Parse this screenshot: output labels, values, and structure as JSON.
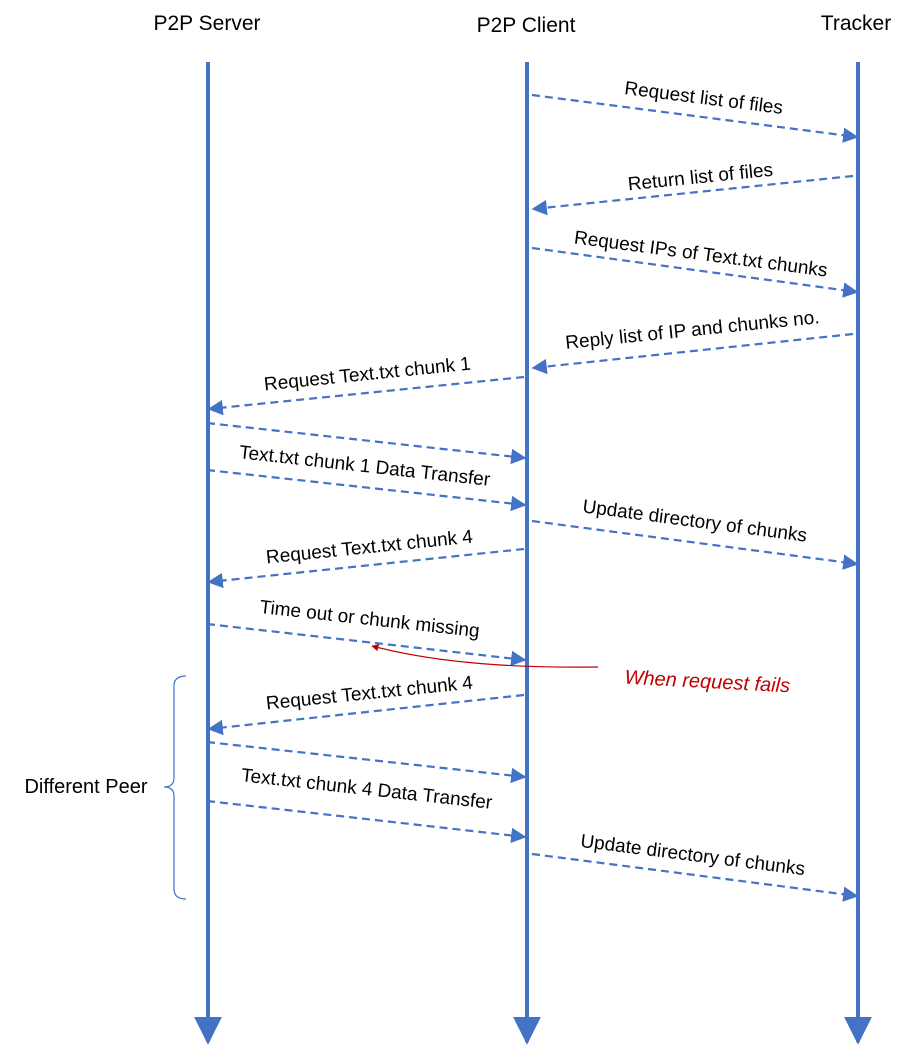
{
  "colors": {
    "lifeline": "#4472C4",
    "message": "#4472C4",
    "note": "#C00000",
    "brace": "#4472C4"
  },
  "participants": [
    {
      "id": "server",
      "label": "P2P Server"
    },
    {
      "id": "client",
      "label": "P2P Client"
    },
    {
      "id": "tracker",
      "label": "Tracker"
    }
  ],
  "messages": [
    {
      "id": "m1",
      "from": "client",
      "to": "tracker",
      "label": "Request list of files"
    },
    {
      "id": "m2",
      "from": "tracker",
      "to": "client",
      "label": "Return list of files"
    },
    {
      "id": "m3",
      "from": "client",
      "to": "tracker",
      "label": "Request IPs of Text.txt chunks"
    },
    {
      "id": "m4",
      "from": "tracker",
      "to": "client",
      "label": "Reply list of IP and chunks no."
    },
    {
      "id": "m5",
      "from": "client",
      "to": "server",
      "label": "Request Text.txt chunk 1"
    },
    {
      "id": "m6",
      "from": "server",
      "to": "client",
      "label": ""
    },
    {
      "id": "m7",
      "from": "server",
      "to": "client",
      "label": "Text.txt chunk 1 Data Transfer"
    },
    {
      "id": "m8",
      "from": "client",
      "to": "tracker",
      "label": "Update directory of chunks"
    },
    {
      "id": "m9",
      "from": "client",
      "to": "server",
      "label": "Request Text.txt chunk 4"
    },
    {
      "id": "m10",
      "from": "server",
      "to": "client",
      "label": "Time out or chunk missing"
    },
    {
      "id": "m11",
      "from": "client",
      "to": "server",
      "label": "Request Text.txt chunk 4"
    },
    {
      "id": "m12",
      "from": "server",
      "to": "client",
      "label": ""
    },
    {
      "id": "m13",
      "from": "server",
      "to": "client",
      "label": "Text.txt chunk 4 Data Transfer"
    },
    {
      "id": "m14",
      "from": "client",
      "to": "tracker",
      "label": "Update directory of chunks"
    }
  ],
  "annotation": {
    "label": "When request fails"
  },
  "group": {
    "label": "Different Peer"
  }
}
